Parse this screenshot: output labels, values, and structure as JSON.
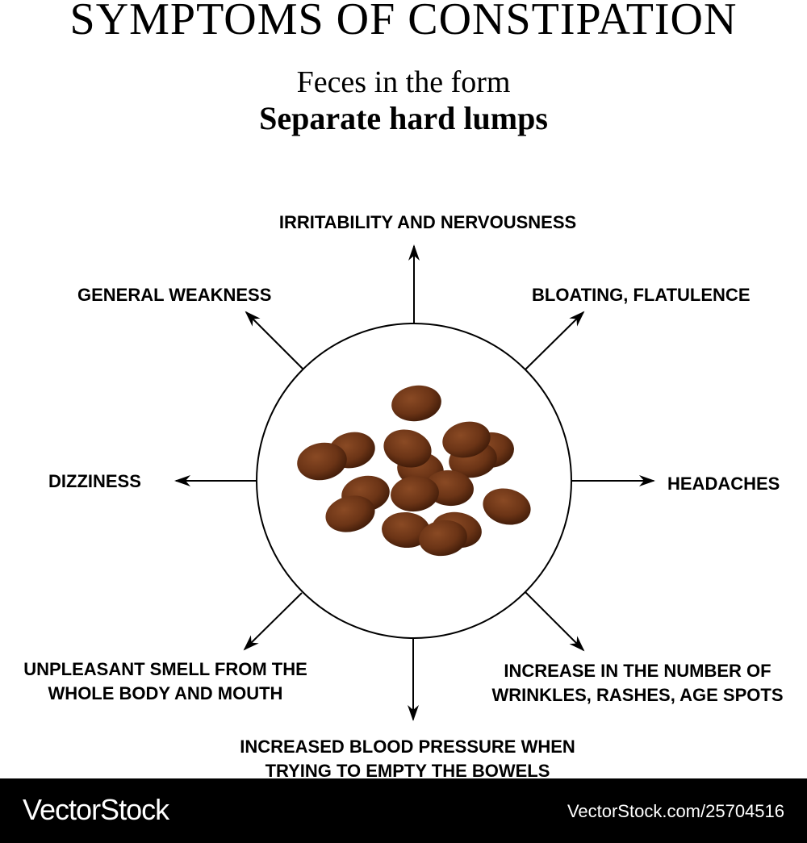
{
  "title": "SYMPTOMS OF CONSTIPATION",
  "subtitle_line1": "Feces in the form",
  "subtitle_line2": "Separate hard lumps",
  "symptoms": {
    "top": "IRRITABILITY AND NERVOUSNESS",
    "top_left": "GENERAL WEAKNESS",
    "top_right": "BLOATING, FLATULENCE",
    "left": "DIZZINESS",
    "right": "HEADACHES",
    "bottom_left_line1": "UNPLEASANT SMELL FROM THE",
    "bottom_left_line2": "WHOLE BODY AND MOUTH",
    "bottom_right_line1": "INCREASE IN THE NUMBER OF",
    "bottom_right_line2": "WRINKLES, RASHES, AGE SPOTS",
    "bottom_line1": "INCREASED BLOOD PRESSURE WHEN",
    "bottom_line2": "TRYING TO EMPTY THE BOWELS"
  },
  "footer": {
    "brand": "VectorStock",
    "url": "VectorStock.com/25704516"
  },
  "colors": {
    "lump_fill": "#6b3416",
    "lump_shadow": "#3e1a08",
    "line": "#000000",
    "footer_bg": "#000000"
  }
}
